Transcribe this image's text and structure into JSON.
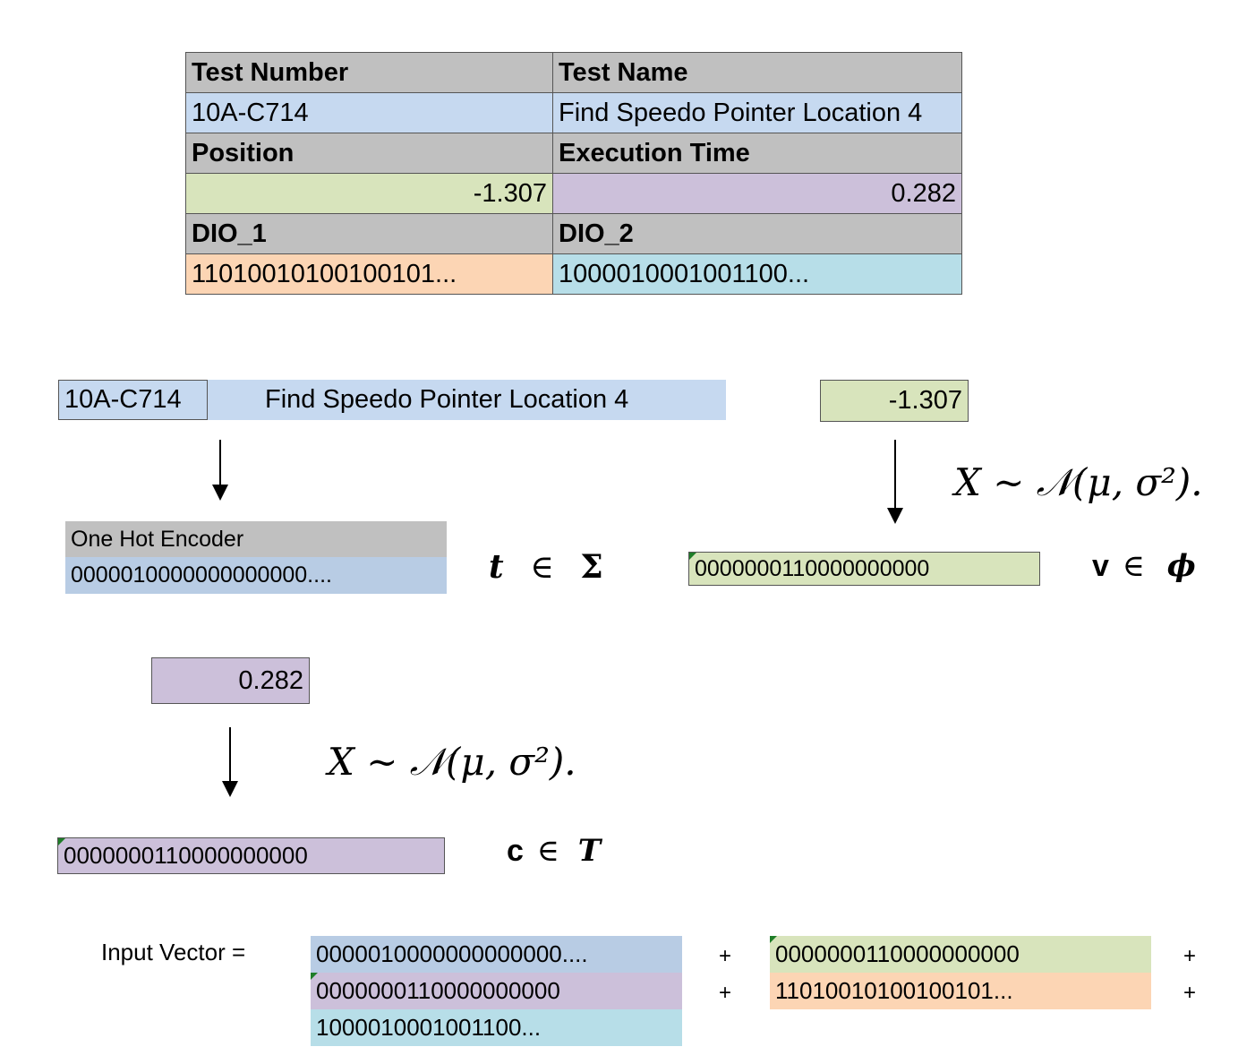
{
  "table": {
    "rows": [
      {
        "left": "Test Number",
        "right": "Test Name",
        "header": true
      },
      {
        "left": "10A-C714",
        "right": "Find Speedo Pointer Location 4",
        "header": false
      },
      {
        "left": "Position",
        "right": "Execution Time",
        "header": true
      },
      {
        "left": "-1.307",
        "right": "0.282",
        "header": false
      },
      {
        "left": "DIO_1",
        "right": "DIO_2",
        "header": true
      },
      {
        "left": "11010010100100101...",
        "right": "1000010001001100...",
        "header": false
      }
    ]
  },
  "test_row": {
    "number": "10A-C714",
    "name": "Find Speedo Pointer Location 4"
  },
  "position_value": "-1.307",
  "exec_value": "0.282",
  "encoder": {
    "label": "One Hot Encoder",
    "value": "0000010000000000000...."
  },
  "formula_pos": "X ∼ 𝒩(μ, σ²).",
  "formula_exec": "X ∼ 𝒩(μ, σ²).",
  "pos_vector": "0000000110000000000",
  "exec_vector": "0000000110000000000",
  "set_t": {
    "var": "t",
    "in": "∈",
    "set": "Σ"
  },
  "set_v": {
    "var": "v",
    "in": "∈",
    "set": "ϕ"
  },
  "set_c": {
    "var": "c",
    "in": "∈",
    "set": "T"
  },
  "input_vector": {
    "label": "Input Vector =",
    "col1": [
      "0000010000000000000....",
      "0000000110000000000",
      "1000010001001100..."
    ],
    "col2": [
      "0000000110000000000",
      "11010010100100101..."
    ],
    "plus": "+"
  },
  "colors": {
    "header_gray": "#c0c0c0",
    "light_blue": "#c6d9f0",
    "green": "#d8e4bc",
    "purple": "#ccc0da",
    "orange": "#fcd5b4",
    "teal": "#b7dee8",
    "slate_blue": "#b8cce4"
  }
}
